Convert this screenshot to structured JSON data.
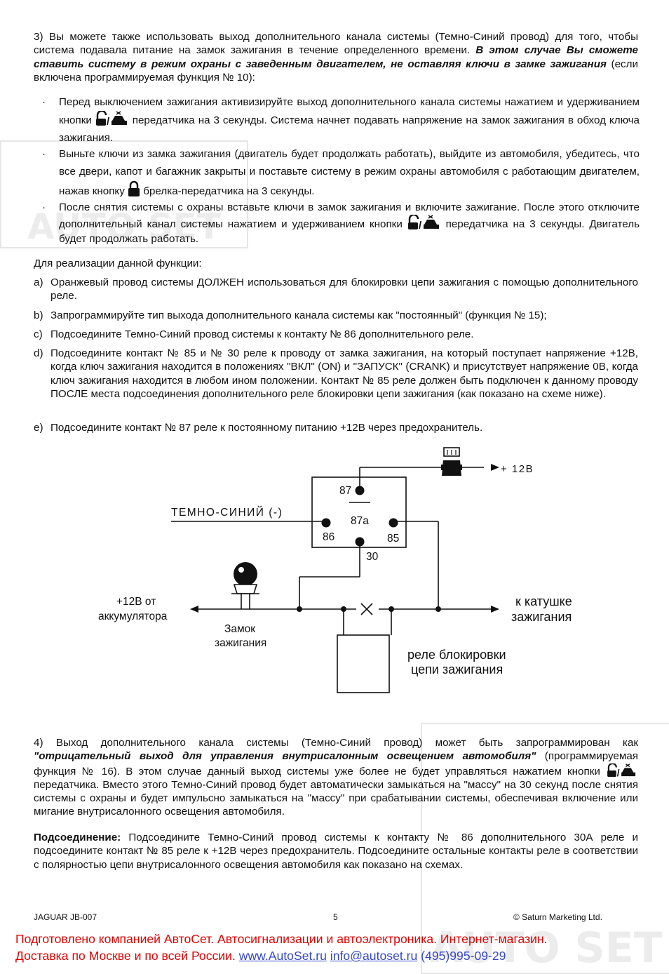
{
  "watermark": {
    "text_left": "AUTO SET",
    "text_right": "AUTO SET"
  },
  "section3": {
    "intro_start": "3) Вы можете также использовать выход дополнительного канала системы (Темно-Синий провод) для того, чтобы система подавала питание на замок зажигания в течение определенного времени. ",
    "intro_bold": "В этом случае Вы сможете ставить систему в режим охраны с заведенным двигателем, не оставляя ключи в замке зажигания",
    "intro_end": " (если включена программируемая функция № 10):",
    "bullets": [
      {
        "a": "Перед выключением зажигания активизируйте выход дополнительного канала системы нажатием и удерживанием кнопки ",
        "icon": "unlock-car-icon",
        "b": " передатчика на 3 секунды. Система начнет подавать напряжение на замок зажигания в обход ключа зажигания."
      },
      {
        "a": "Выньте ключи из замка зажигания (двигатель будет продолжать работать), выйдите из автомобиля, убедитесь, что все двери, капот и багажник закрыты и поставьте систему в режим охраны автомобиля с работающим двигателем, нажав кнопку ",
        "icon": "lock-icon",
        "b": " брелка-передатчика на 3 секунды."
      },
      {
        "a": "После снятия системы с охраны вставьте ключи в замок зажигания и включите зажигание. После этого отключите дополнительный канал системы нажатием и удерживанием кнопки ",
        "icon": "unlock-car-icon",
        "b": " передатчика на 3 секунды. Двигатель будет продолжать работать."
      }
    ],
    "bullet_mark": "·",
    "for_function": "Для реализации данной функции:",
    "steps": [
      {
        "letter": "a)",
        "text": "Оранжевый провод системы ДОЛЖЕН использоваться для блокировки цепи зажигания с помощью дополнительного реле."
      },
      {
        "letter": "b)",
        "text": "Запрограммируйте тип выхода дополнительного канала системы как \"постоянный\" (функция № 15);"
      },
      {
        "letter": "c)",
        "text": "Подсоедините Темно-Синий провод системы к контакту № 86 дополнительного реле."
      },
      {
        "letter": "d)",
        "text": "Подсоедините контакт № 85 и № 30 реле к проводу от замка зажигания, на который поступает напряжение +12В, когда ключ зажигания находится в положениях \"ВКЛ\" (ON) и \"ЗАПУСК\" (CRANK) и присутствует напряжение 0В, когда ключ зажигания находится в любом ином положении. Контакт № 85 реле должен быть подключен к данному проводу ПОСЛЕ места подсоединения дополнительного реле блокировки цепи зажигания (как показано на схеме ниже)."
      },
      {
        "letter": "e)",
        "text": "Подсоедините контакт № 87 реле к постоянному питанию +12В через предохранитель."
      }
    ]
  },
  "diagram": {
    "plus12": "+ 12В",
    "pin87": "87",
    "pin87a": "87a",
    "pin86": "86",
    "pin85": "85",
    "pin30": "30",
    "wire_label": "ТЕМНО-СИНИЙ (-)",
    "battery_line1": "+12В от",
    "battery_line2": "аккумулятора",
    "ignition_line1": "Замок",
    "ignition_line2": "зажигания",
    "coil_line1": "к катушке",
    "coil_line2": "зажигания",
    "block_line1": "реле блокировки",
    "block_line2": "цепи зажигания"
  },
  "section4": {
    "start": "4) Выход дополнительного канала системы (Темно-Синий провод) может быть запрограммирован как ",
    "bold": "\"отрицательный выход для управления внутрисалонным освещением автомобиля\"",
    "mid": " (программируемая функция № 16). В этом случае данный выход системы уже более не будет управляться нажатием кнопки ",
    "end": " передатчика. Вместо этого Темно-Синий провод будет автоматически замыкаться на \"массу\" на 30 секунд после снятия системы с охраны и будет импульсно замыкаться на \"массу\" при срабатывании системы, обеспечивая включение или мигание внутрисалонного освещения автомобиля.",
    "conn_label": "Подсоединение:",
    "conn_text": " Подсоедините Темно-Синий провод системы к контакту  № 86 дополнительного 30А реле и подсоедините контакт № 85 реле к +12В через предохранитель. Подсоедините остальные контакты реле в соответствии с полярностью цепи внутрисалонного освещения автомобиля как показано на схемах."
  },
  "footer": {
    "model": "JAGUAR JB-007",
    "page": "5",
    "copyright": "© Saturn Marketing Ltd."
  },
  "promo": {
    "line1": "Подготовлено компанией АвтоСет. Автосигнализации и автоэлектроника. Интернет-магазин.",
    "line2_text": "Доставка по Москве и по всей России. ",
    "site": "www.AutoSet.ru",
    "email": "info@autoset.ru",
    "phone": "(495)995-09-29"
  },
  "colors": {
    "text": "#111111",
    "promo_red": "#e10000",
    "promo_blue": "#3447c8"
  }
}
